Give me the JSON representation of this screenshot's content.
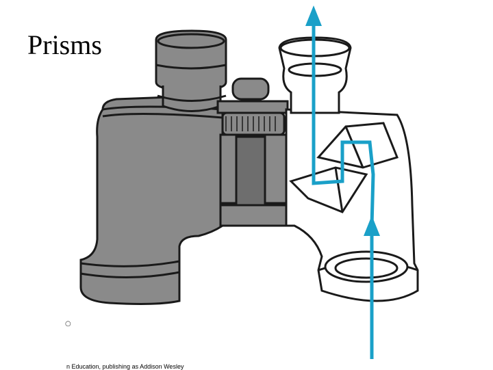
{
  "slide": {
    "title": "Prisms",
    "bullet": "○",
    "credit": "n Education, publishing as Addison Wesley"
  },
  "colors": {
    "body_fill": "#8a8a8a",
    "outline": "#1a1a1a",
    "light_path": "#1aa0c8",
    "cutaway_fill": "#ffffff"
  },
  "icons": {
    "binoculars": "binoculars-illustration",
    "light_arrow": "light-ray-arrow"
  }
}
